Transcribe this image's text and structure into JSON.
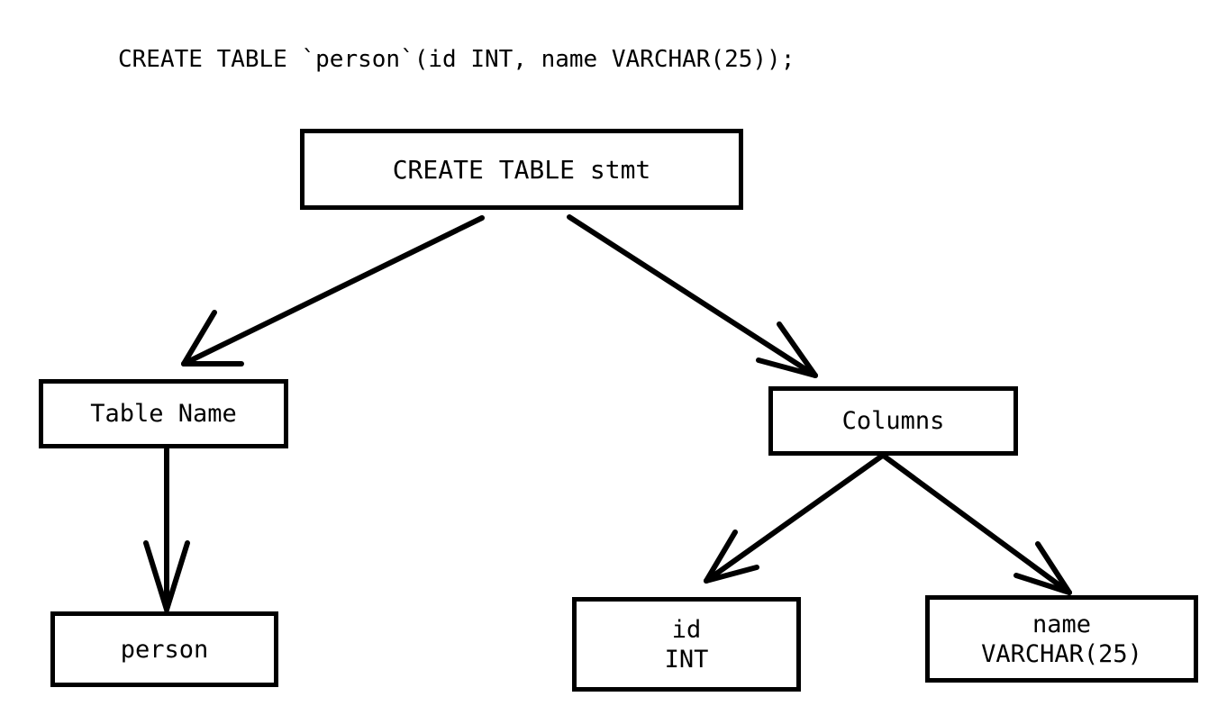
{
  "diagram": {
    "title": "CREATE TABLE `person`(id INT, name VARCHAR(25));",
    "type": "parse-tree",
    "background_color": "#ffffff",
    "stroke_color": "#000000",
    "nodes": [
      {
        "id": "root",
        "label": "CREATE TABLE stmt",
        "line1": "CREATE TABLE stmt",
        "line2": ""
      },
      {
        "id": "table_name",
        "label": "Table Name",
        "line1": "Table Name",
        "line2": ""
      },
      {
        "id": "columns",
        "label": "Columns",
        "line1": "Columns",
        "line2": ""
      },
      {
        "id": "person",
        "label": "person",
        "line1": "person",
        "line2": ""
      },
      {
        "id": "id_col",
        "label": "id INT",
        "line1": "id",
        "line2": "INT"
      },
      {
        "id": "name_col",
        "label": "name VARCHAR(25)",
        "line1": "name",
        "line2": "VARCHAR(25)"
      }
    ],
    "edges": [
      {
        "from": "root",
        "to": "table_name",
        "style": "open-arrow"
      },
      {
        "from": "root",
        "to": "columns",
        "style": "open-arrow"
      },
      {
        "from": "table_name",
        "to": "person",
        "style": "open-arrow"
      },
      {
        "from": "columns",
        "to": "id_col",
        "style": "open-arrow"
      },
      {
        "from": "columns",
        "to": "name_col",
        "style": "open-arrow"
      }
    ]
  }
}
